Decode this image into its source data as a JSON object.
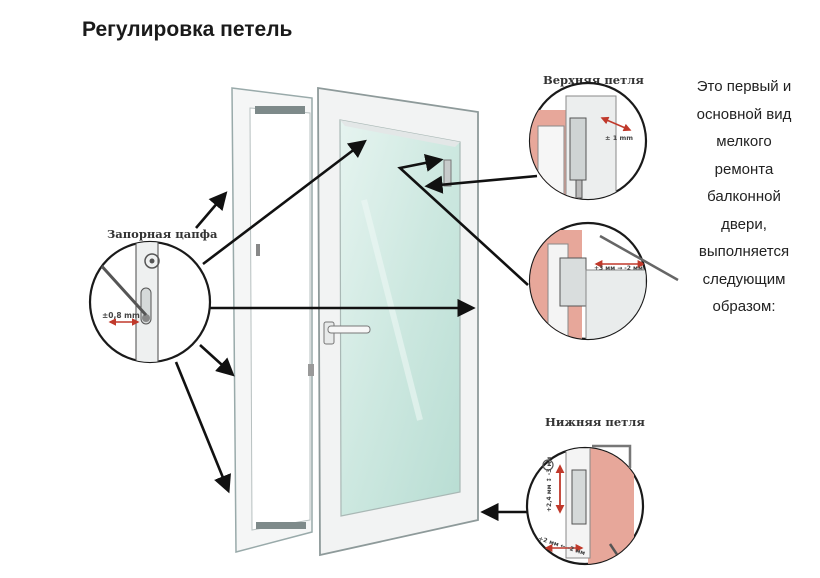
{
  "title": "Регулировка петель",
  "labels": {
    "lock_pin": "Запорная цапфа",
    "upper_hinge": "Верхняя петля",
    "lower_hinge": "Нижняя петля"
  },
  "dimensions": {
    "lock_pin": "±0,8 mm",
    "upper_hinge_top": "± 1 mm",
    "upper_hinge_side": "+3 мм → -2 мм",
    "lower_hinge_vertical": "+2,4 мм ↕ -3 мм",
    "lower_hinge_horizontal": "+2 мм ← -2 мм"
  },
  "side_text_lines": [
    "Это первый и",
    "основной вид",
    "мелкого",
    "ремонта",
    "балконной",
    "двери,",
    "выполняется",
    "следующим",
    "образом:"
  ],
  "colors": {
    "frame": "#f4f5f5",
    "glass": "#d3ece6",
    "wall": "#e7a79a",
    "arrow": "#111111"
  }
}
